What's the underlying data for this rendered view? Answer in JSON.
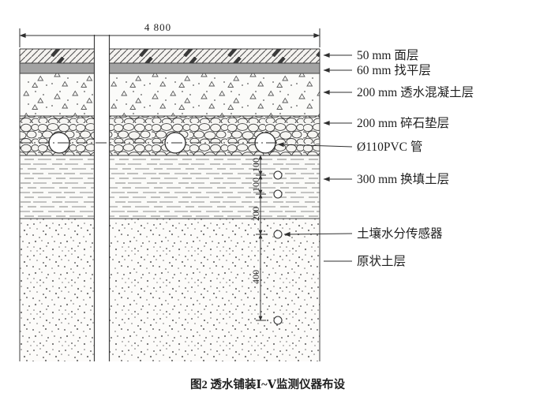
{
  "figure": {
    "caption": "图2 透水铺装Ⅰ~Ⅴ监测仪器布设",
    "top_dimension": "4 800",
    "layer_labels": [
      "50 mm 面层",
      "60 mm 找平层",
      "200 mm 透水混凝土层",
      "200 mm 碎石垫层",
      "Ø110PVC 管",
      "300 mm 换填土层",
      "土壤水分传感器",
      "原状土层"
    ],
    "vertical_dimensions": [
      "100",
      "100",
      "200",
      "400"
    ],
    "colors": {
      "line": "#2f2f2f",
      "leveling_layer_gray": "#a3a3a3",
      "background": "#ffffff"
    }
  }
}
